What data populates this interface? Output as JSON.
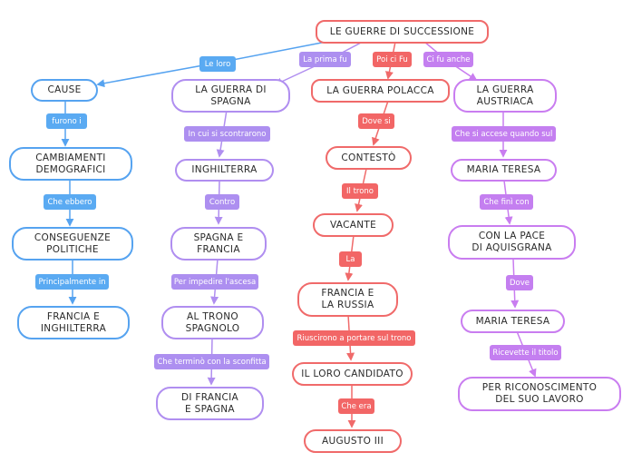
{
  "root": "LE GUERRE DI SUCCESSIONE",
  "colors": {
    "blue": "#56a3f0",
    "violet": "#b08ef0",
    "red": "#f06a6a",
    "purple": "#c97df0"
  },
  "branches": {
    "cause": {
      "link": "Le loro",
      "nodes": [
        "CAUSE",
        "CAMBIAMENTI\nDEMOGRAFICI",
        "CONSEGUENZE\nPOLITICHE",
        "FRANCIA E\nINGHILTERRA"
      ],
      "links": [
        "furono i",
        "Che ebbero",
        "Principalmente in"
      ]
    },
    "spagna": {
      "link": "La prima fu",
      "nodes": [
        "LA GUERRA DI\nSPAGNA",
        "INGHILTERRA",
        "SPAGNA E\nFRANCIA",
        "AL TRONO\nSPAGNOLO",
        "DI FRANCIA\nE SPAGNA"
      ],
      "links": [
        "In cui si scontrarono",
        "Contro",
        "Per impedire l'ascesa",
        "Che terminò con la sconfitta"
      ]
    },
    "polacca": {
      "link": "Poi ci Fu",
      "nodes": [
        "LA GUERRA POLACCA",
        "CONTESTÒ",
        "VACANTE",
        "FRANCIA E\nLA RUSSIA",
        "IL LORO CANDIDATO",
        "AUGUSTO III"
      ],
      "links": [
        "Dove si",
        "Il trono",
        "La",
        "Riuscirono a portare sul trono",
        "Che era"
      ]
    },
    "austriaca": {
      "link": "Ci fu anche",
      "nodes": [
        "LA GUERRA\nAUSTRIACA",
        "MARIA TERESA",
        "CON LA PACE\nDI AQUISGRANA",
        "MARIA TERESA",
        "PER RICONOSCIMENTO\nDEL SUO LAVORO"
      ],
      "links": [
        "Che si accese quando sul",
        "Che finì con",
        "Dove",
        "Ricevette il titolo"
      ]
    }
  }
}
